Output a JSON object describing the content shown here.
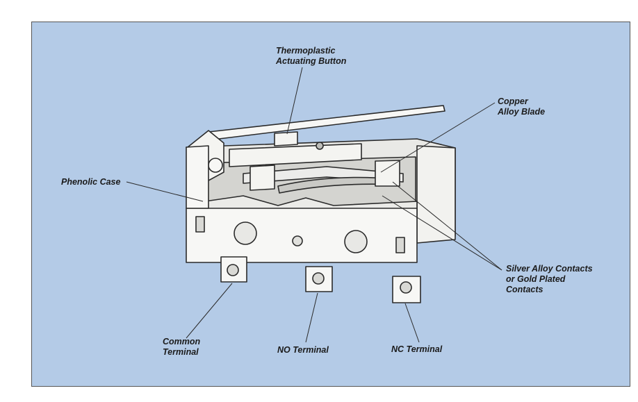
{
  "diagram": {
    "labels": {
      "button": "Thermoplastic\nActuating Button",
      "blade": "Copper\nAlloy Blade",
      "case": "Phenolic Case",
      "contacts": "Silver Alloy Contacts\nor Gold Plated\nContacts",
      "common": "Common\nTerminal",
      "no": "NO Terminal",
      "nc": "NC Terminal"
    },
    "colors": {
      "background": "#b4cbe7",
      "body": "#f7f7f5",
      "shade": "#dcdcd8",
      "outline": "#2a2a2a"
    }
  }
}
